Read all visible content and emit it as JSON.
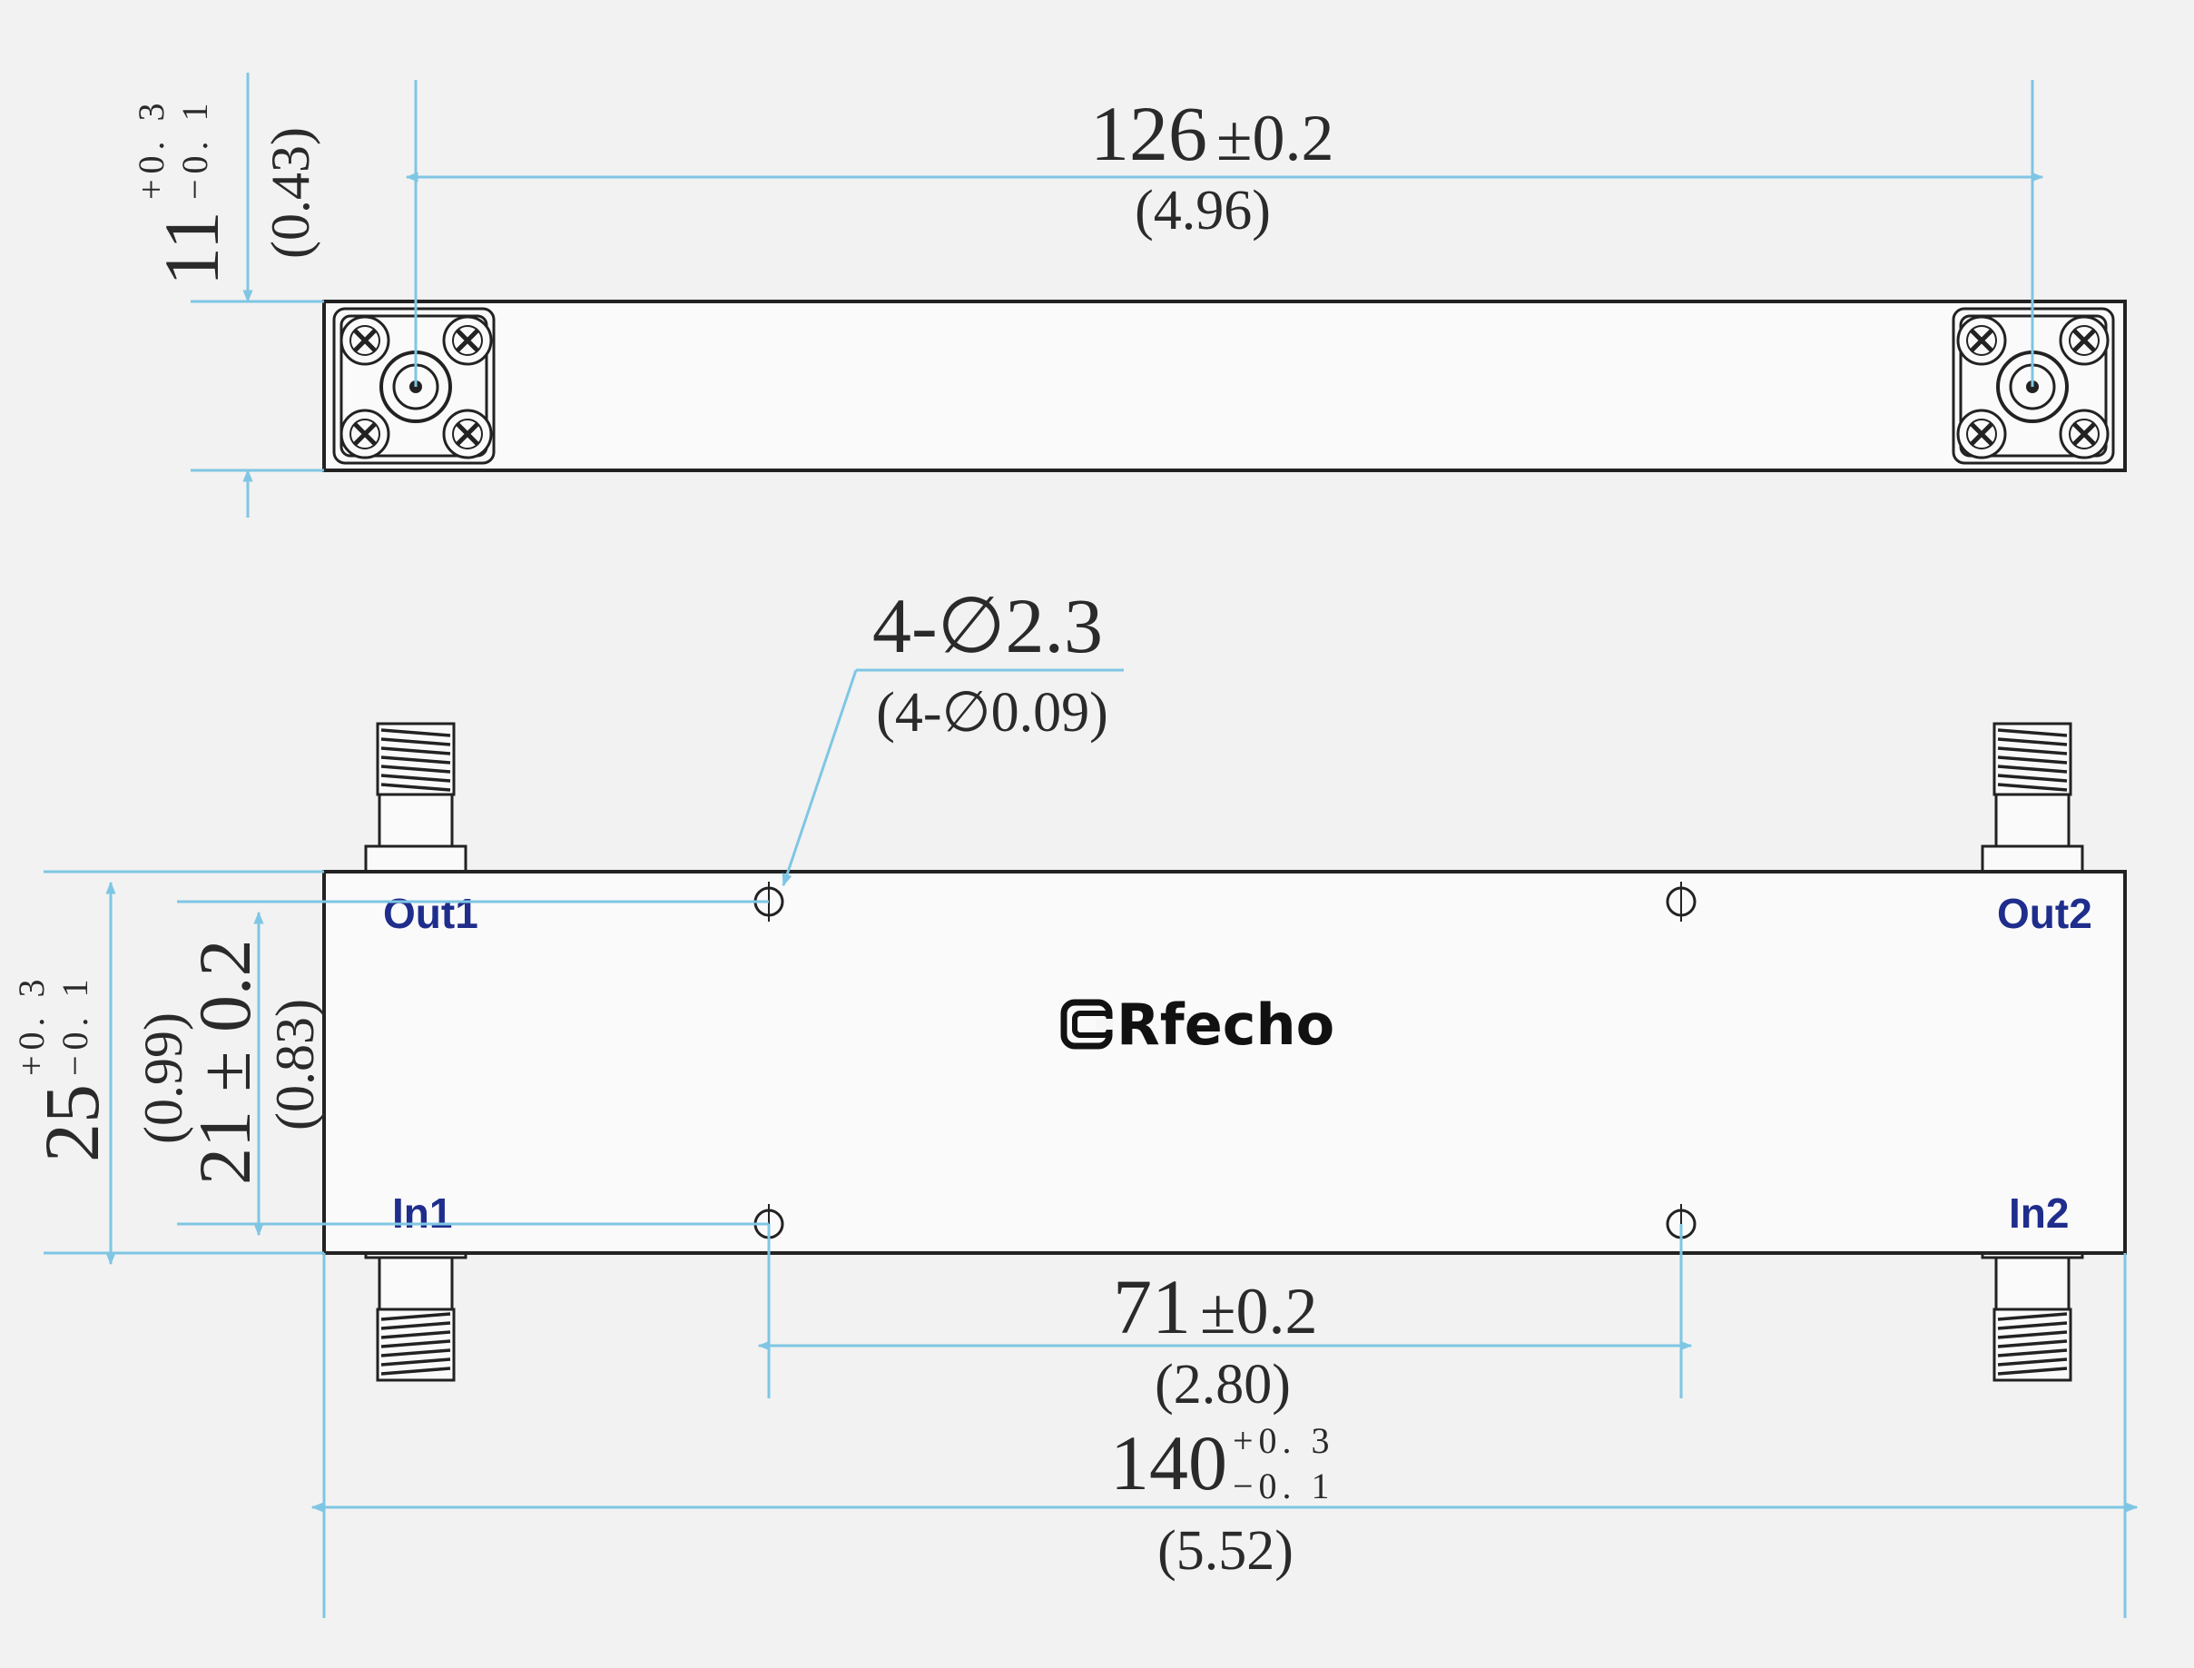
{
  "top_view": {
    "length_mm": "126",
    "length_tol": "±0.2",
    "length_in": "(4.96)",
    "height_mm": "11",
    "height_tol_plus": "+0. 3",
    "height_tol_minus": "−0. 1",
    "height_in": "(0.43)"
  },
  "front_view": {
    "holes_mm": "4-∅2.3",
    "holes_in": "(4-∅0.09)",
    "height_mm": "25",
    "height_tol_plus": "+0. 3",
    "height_tol_minus": "−0. 1",
    "height_in": "(0.99)",
    "hole_pitch_v_mm": "21 ± 0.2",
    "hole_pitch_v_in": "(0.83)",
    "hole_pitch_h_mm": "71",
    "hole_pitch_h_tol": "±0.2",
    "hole_pitch_h_in": "(2.80)",
    "length_mm": "140",
    "length_tol_plus": "+0. 3",
    "length_tol_minus": "−0. 1",
    "length_in": "(5.52)"
  },
  "ports": {
    "out1": "Out1",
    "out2": "Out2",
    "in1": "In1",
    "in2": "In2"
  },
  "brand": {
    "name": "Rfecho"
  },
  "colors": {
    "dimension_lines": "#7fc6e4",
    "outline": "#222222",
    "port_labels": "#1f2d8c"
  }
}
